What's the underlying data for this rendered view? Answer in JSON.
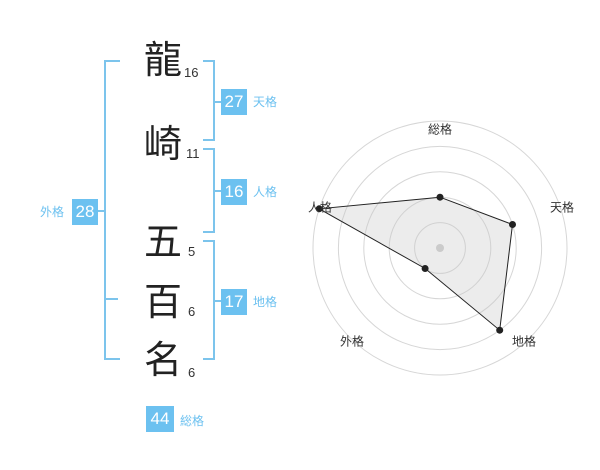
{
  "name": {
    "chars": [
      {
        "char": "龍",
        "strokes": "16"
      },
      {
        "char": "崎",
        "strokes": "11"
      },
      {
        "char": "五",
        "strokes": "5"
      },
      {
        "char": "百",
        "strokes": "6"
      },
      {
        "char": "名",
        "strokes": "6"
      }
    ]
  },
  "fortune": {
    "tenkaku": {
      "value": "27",
      "label": "天格"
    },
    "jinkaku": {
      "value": "16",
      "label": "人格"
    },
    "chikaku": {
      "value": "17",
      "label": "地格"
    },
    "gaikaku": {
      "value": "28",
      "label": "外格"
    },
    "soukaku": {
      "value": "44",
      "label": "総格"
    }
  },
  "colors": {
    "accent": "#6cc1f0",
    "bracket": "#7cc4ec",
    "text": "#222222"
  },
  "chart_data": {
    "type": "radar",
    "axes": [
      "総格",
      "天格",
      "地格",
      "外格",
      "人格"
    ],
    "max": 5,
    "rings": 5,
    "values": [
      2,
      3,
      4,
      1,
      5
    ]
  }
}
